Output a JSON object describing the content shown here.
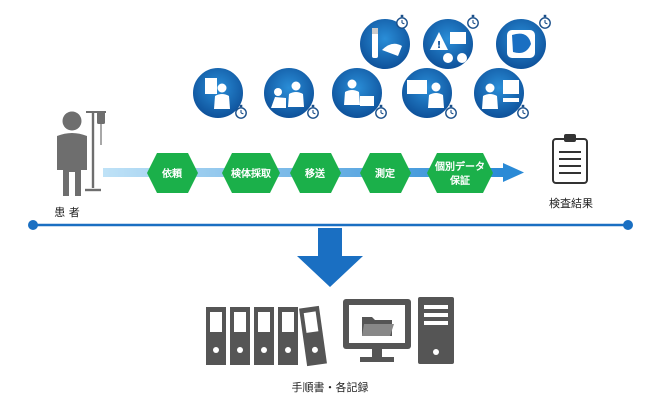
{
  "patient_label": "患 者",
  "result_label": "検査結果",
  "records_label": "手順書・各記録",
  "steps": [
    {
      "line1": "依頼",
      "line2": ""
    },
    {
      "line1": "検体採取",
      "line2": ""
    },
    {
      "line1": "移送",
      "line2": ""
    },
    {
      "line1": "測定",
      "line2": ""
    },
    {
      "line1": "個別データ",
      "line2": "保証"
    }
  ],
  "colors": {
    "primary_blue": "#1a6fc2",
    "arrow_blue": "#2a8ad6",
    "hex_green": "#1bb04a",
    "gray": "#6e6e6e",
    "dark": "#333333"
  },
  "icons": [
    "doctor-icon",
    "nurse-patient-icon",
    "transport-icon",
    "lab-staff-icon",
    "blood-tube-icon",
    "warning-icon",
    "sample-icon",
    "data-check-icon",
    "stopwatch-icon",
    "patient-iv-icon",
    "report-clipboard-icon",
    "binder-icon",
    "monitor-folder-icon",
    "pc-tower-icon",
    "down-arrow-icon"
  ]
}
